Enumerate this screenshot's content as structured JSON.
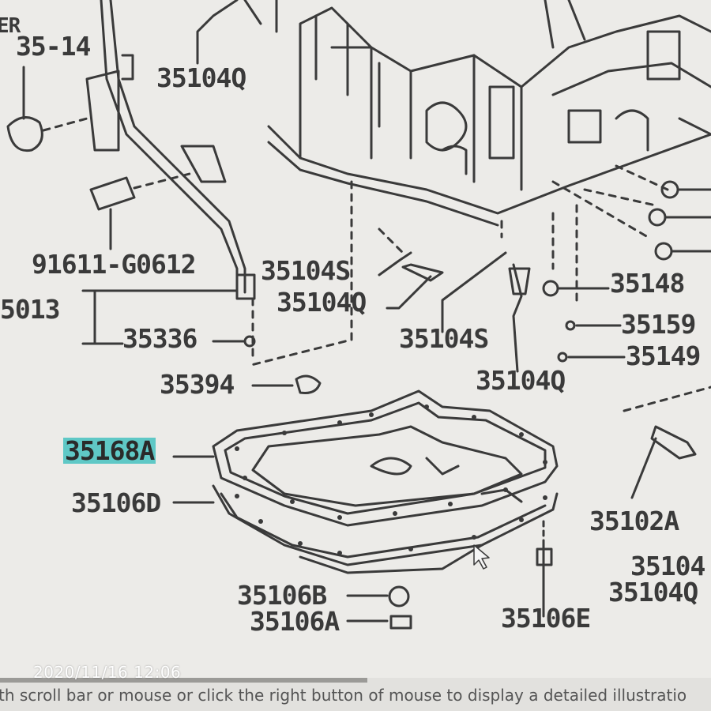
{
  "labels": {
    "l_er": "ER",
    "l_35_14": "35-14",
    "l_35104q_top": "35104Q",
    "l_91611": "91611-G0612",
    "l_35104s_a": "35104S",
    "l_35013": "5013",
    "l_35104q_mid": "35104Q",
    "l_35336": "35336",
    "l_35104s_b": "35104S",
    "l_35148": "35148",
    "l_35159": "35159",
    "l_35149": "35149",
    "l_35104q_c": "35104Q",
    "l_35394": "35394",
    "l_35168a": "35168A",
    "l_35106d": "35106D",
    "l_35102a": "35102A",
    "l_35104_r": "35104",
    "l_35104q_r": "35104Q",
    "l_35106b": "35106B",
    "l_35106a": "35106A",
    "l_35106e": "35106E"
  },
  "selected_part": "35168A",
  "timestamp": "2020/11/16 12:06",
  "status_hint": "th scroll bar or mouse or click the right button of mouse to display a detailed illustratio",
  "colors": {
    "background": "#ecebe8",
    "line": "#3a3a3a",
    "highlight": "#5fc8c6"
  }
}
